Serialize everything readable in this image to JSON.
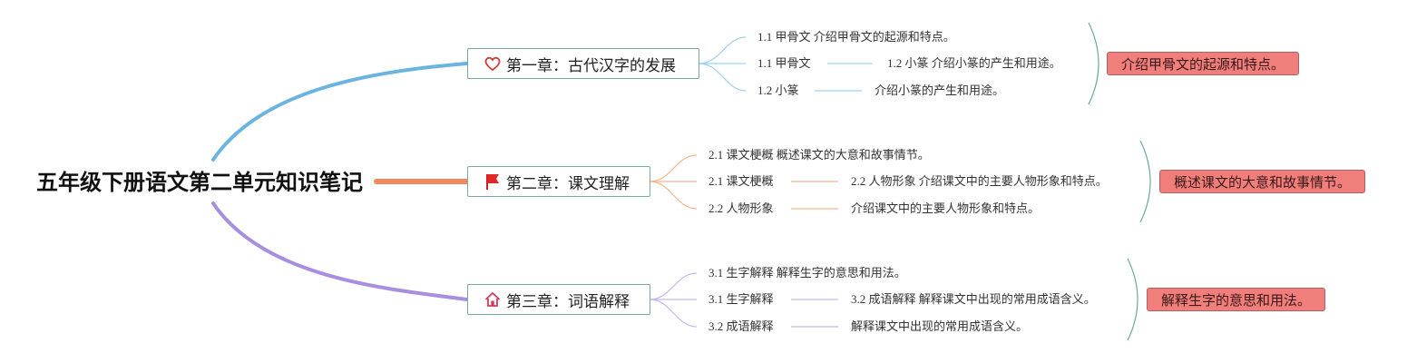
{
  "root": {
    "title": "五年级下册语文第二单元知识笔记"
  },
  "chapters": [
    {
      "title": "第一章：古代汉字的发展",
      "icon": "heart-icon",
      "color": "#6cb4e0",
      "items": [
        {
          "a": "1.1 甲骨文",
          "b": "介绍甲骨文的起源和特点。"
        },
        {
          "a": "1.1 甲骨文",
          "b": "1.2 小篆 介绍小篆的产生和用途。"
        },
        {
          "a": "1.2 小篆",
          "b": "介绍小篆的产生和用途。"
        }
      ],
      "summary": "介绍甲骨文的起源和特点。"
    },
    {
      "title": "第二章：课文理解",
      "icon": "flag-icon",
      "color": "#f08a5d",
      "items": [
        {
          "a": "2.1 课文梗概",
          "b": "概述课文的大意和故事情节。"
        },
        {
          "a": "2.1 课文梗概",
          "b": "2.2 人物形象 介绍课文中的主要人物形象和特点。"
        },
        {
          "a": "2.2 人物形象",
          "b": "介绍课文中的主要人物形象和特点。"
        }
      ],
      "summary": "概述课文的大意和故事情节。"
    },
    {
      "title": "第三章：词语解释",
      "icon": "home-icon",
      "color": "#a98ee0",
      "items": [
        {
          "a": "3.1 生字解释",
          "b": "解释生字的意思和用法。"
        },
        {
          "a": "3.1 生字解释",
          "b": "3.2 成语解释 解释课文中出现的常用成语含义。"
        },
        {
          "a": "3.2 成语解释",
          "b": "解释课文中出现的常用成语含义。"
        }
      ],
      "summary": "解释生字的意思和用法。"
    }
  ],
  "colors": {
    "root_line": "#f08a5d",
    "chapter_border": "#7aa79f",
    "summary_fill": "#f07f7c",
    "brace": "#6aa99b"
  }
}
